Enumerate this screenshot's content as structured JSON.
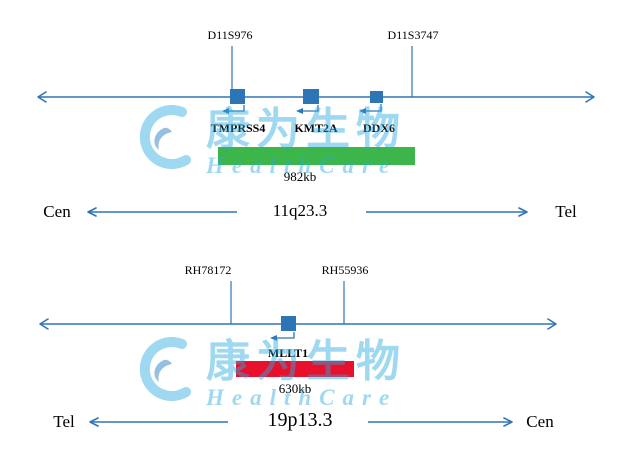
{
  "colors": {
    "axis_blue": "#2E75B6",
    "gene_blue": "#2E75B6",
    "green_bar": "#3CB54A",
    "red_bar": "#E8112D",
    "watermark_blue": "#29ABE2",
    "watermark_dark_blue": "#1B75BB"
  },
  "watermark": {
    "brand_cn": "康为生物",
    "brand_en": "HealthCare"
  },
  "panel_11q": {
    "markers": {
      "left": "D11S976",
      "right": "D11S3747"
    },
    "genes": {
      "g1": "TMPRSS4",
      "g2": "KMT2A",
      "g3": "DDX6"
    },
    "bar_size": "982kb",
    "region": "11q23.3",
    "end_left": "Cen",
    "end_right": "Tel"
  },
  "panel_19p": {
    "markers": {
      "left": "RH78172",
      "right": "RH55936"
    },
    "genes": {
      "g1": "MLLT1"
    },
    "bar_size": "630kb",
    "region": "19p13.3",
    "end_left": "Tel",
    "end_right": "Cen"
  }
}
